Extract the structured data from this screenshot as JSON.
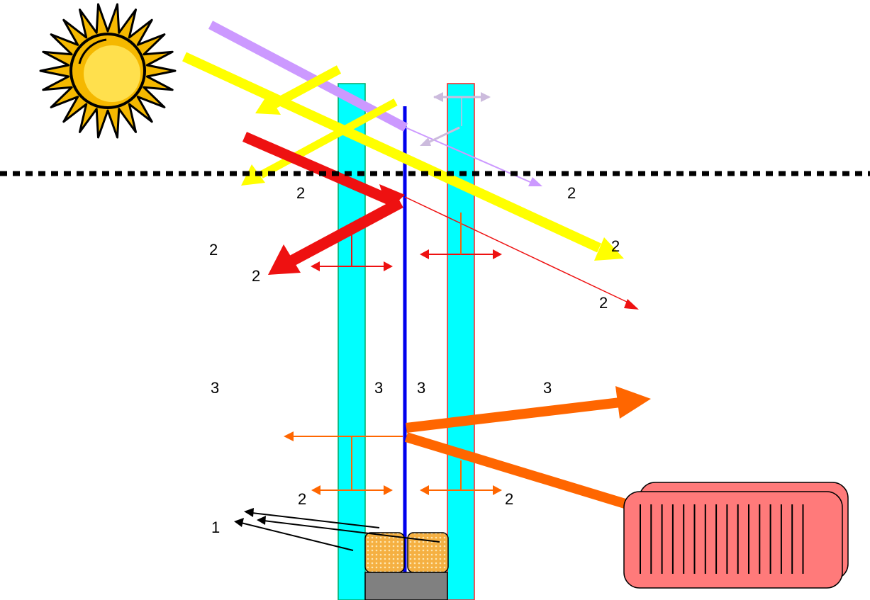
{
  "colors": {
    "glass": "#00ffff",
    "glass_outline_left": "#00aa66",
    "glass_outline_right": "#ff2222",
    "coating": "#0000ee",
    "uv": "#cc99ff",
    "visible": "#ffff00",
    "infrared": "#ee1111",
    "heat": "#ff6600",
    "spacer": "#f5b042",
    "frame": "#808080",
    "radiator": "#ff7a7a",
    "sun": "#f5b800"
  },
  "icons": [
    "sun-icon",
    "radiator-icon"
  ],
  "labels": {
    "uv_out": "2",
    "ir_in_top": "2",
    "ir_outer_left": "2",
    "ir_reflected": "2",
    "visible_out": "2",
    "ir_transmitted": "2",
    "heat_outer_left": "3",
    "heat_gap_left": "3",
    "heat_gap_right": "3",
    "heat_inner": "3",
    "conv_left": "2",
    "conv_right": "2",
    "edge_loss": "1"
  }
}
